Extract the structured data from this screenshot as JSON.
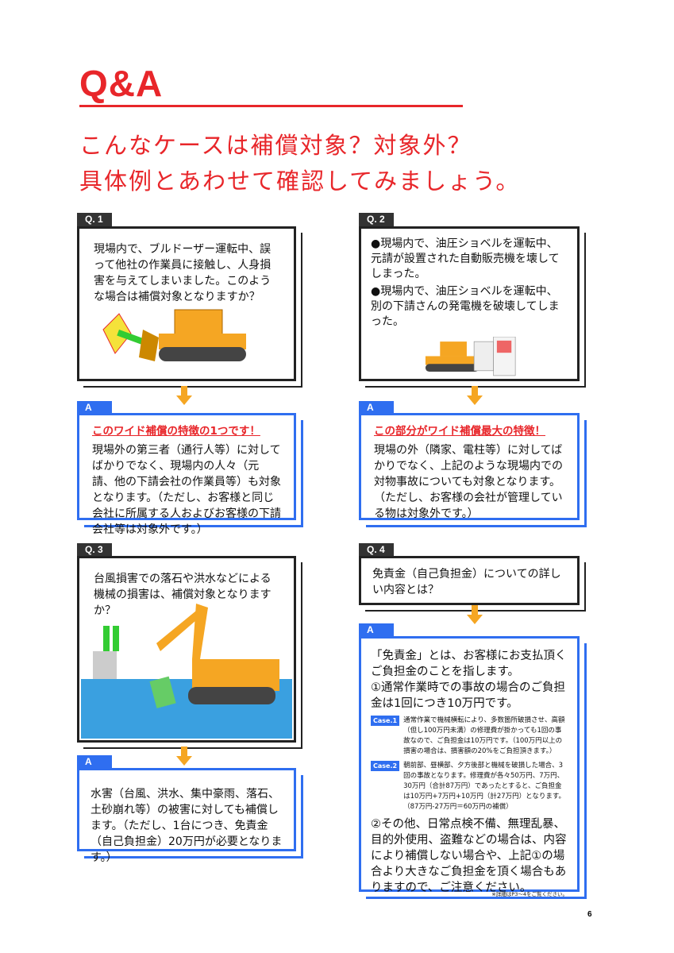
{
  "title": "Q&A",
  "subtitle": [
    "こんなケースは補償対象？対象外？",
    "具体例とあわせて確認してみましょう。"
  ],
  "q1": {
    "label": "Q. 1",
    "text": "現場内で、ブルドーザー運転中、誤って他社の作業員に接触し、人身損害を与えてしまいました。このような場合は補償対象となりますか？"
  },
  "a1": {
    "label": "A",
    "lead": "このワイド補償の特徴の1つです！",
    "text": "現場外の第三者（通行人等）に対してばかりでなく、現場内の人々（元請、他の下請会社の作業員等）も対象となります。（ただし、お客様と同じ会社に所属する人およびお客様の下請会社等は対象外です。）"
  },
  "q2": {
    "label": "Q. 2",
    "items": [
      "●現場内で、油圧ショベルを運転中、元請が設置された自動販売機を壊してしまった。",
      "●現場内で、油圧ショベルを運転中、別の下請さんの発電機を破壊してしまった。"
    ]
  },
  "a2": {
    "label": "A",
    "lead": "この部分がワイド補償最大の特徴！",
    "text": "現場の外（隣家、電柱等）に対してばかりでなく、上記のような現場内での対物事故についても対象となります。（ただし、お客様の会社が管理している物は対象外です。）"
  },
  "q3": {
    "label": "Q. 3",
    "text": "台風損害での落石や洪水などによる機械の損害は、補償対象となりますか？"
  },
  "a3": {
    "label": "A",
    "text": "水害（台風、洪水、集中豪雨、落石、土砂崩れ等）の被害に対しても補償します。（ただし、1台につき、免責金（自己負担金）20万円が必要となります。）"
  },
  "q4": {
    "label": "Q. 4",
    "text": "免責金（自己負担金）についての詳しい内容とは？"
  },
  "a4": {
    "label": "A",
    "intro": "「免責金」とは、お客様にお支払頂くご負担金のことを指します。",
    "point1": "①通常作業時での事故の場合のご負担金は1回につき10万円です。",
    "case1_label": "Case.1",
    "case1": "通常作業で機械横転により、多数箇所破損させ、高額（但し100万円未満）の修理費が掛かっても1回の事故なので、ご負担金は10万円です。（100万円以上の損害の場合は、損害額の20%をご負担頂きます。）",
    "case2_label": "Case.2",
    "case2": "朝前部、昼横部、夕方後部と機械を破損した場合、3回の事故となります。修理費が各々50万円、7万円、30万円（合計87万円）であったとすると、ご負担金は10万円+7万円+10万円（計27万円）となります。（87万円-27万円＝60万円の補償）",
    "point2": "②その他、日常点検不備、無理乱暴、目的外使用、盗難などの場合は、内容により補償しない場合や、上記①の場合より大きなご負担金を頂く場合もありますので、ご注意ください。",
    "note": "※詳細はP3～4をご覧ください。"
  },
  "page_number": "6",
  "colors": {
    "red": "#e8262a",
    "blue": "#2f6ef0",
    "orange": "#f5a623"
  }
}
